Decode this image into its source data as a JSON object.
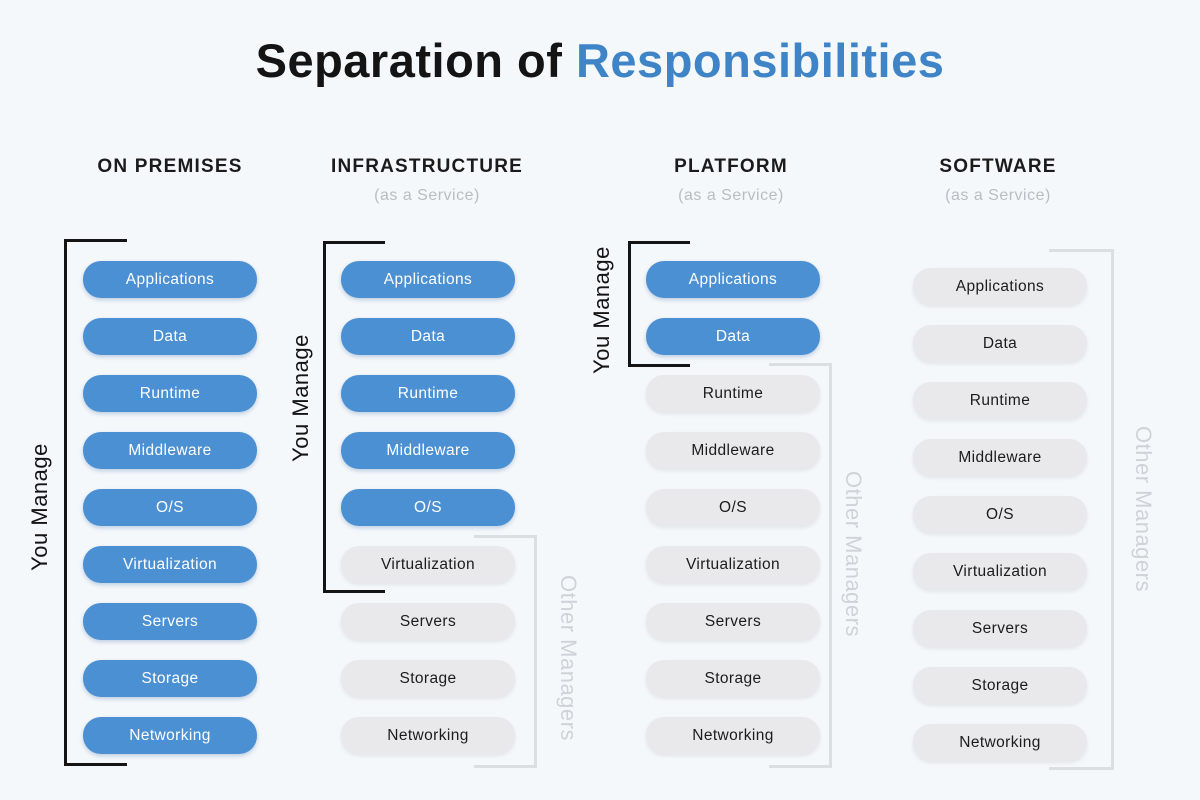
{
  "title": {
    "prefix": "Separation of ",
    "highlight": "Responsibilities"
  },
  "labels": {
    "you_manage": "You Manage",
    "other_managers": "Other Managers"
  },
  "columns": [
    {
      "id": "on-premises",
      "header": "ON PREMISES",
      "pills": [
        {
          "label": "Applications",
          "managed_by": "you"
        },
        {
          "label": "Data",
          "managed_by": "you"
        },
        {
          "label": "Runtime",
          "managed_by": "you"
        },
        {
          "label": "Middleware",
          "managed_by": "you"
        },
        {
          "label": "O/S",
          "managed_by": "you"
        },
        {
          "label": "Virtualization",
          "managed_by": "you"
        },
        {
          "label": "Servers",
          "managed_by": "you"
        },
        {
          "label": "Storage",
          "managed_by": "you"
        },
        {
          "label": "Networking",
          "managed_by": "you"
        }
      ]
    },
    {
      "id": "infrastructure-as-a-service",
      "header": "INFRASTRUCTURE",
      "subtitle": "(as a Service)",
      "pills": [
        {
          "label": "Applications",
          "managed_by": "you"
        },
        {
          "label": "Data",
          "managed_by": "you"
        },
        {
          "label": "Runtime",
          "managed_by": "you"
        },
        {
          "label": "Middleware",
          "managed_by": "you"
        },
        {
          "label": "O/S",
          "managed_by": "you"
        },
        {
          "label": "Virtualization",
          "managed_by": "others"
        },
        {
          "label": "Servers",
          "managed_by": "others"
        },
        {
          "label": "Storage",
          "managed_by": "others"
        },
        {
          "label": "Networking",
          "managed_by": "others"
        }
      ]
    },
    {
      "id": "platform-as-a-service",
      "header": "PLATFORM",
      "subtitle": "(as a Service)",
      "pills": [
        {
          "label": "Applications",
          "managed_by": "you"
        },
        {
          "label": "Data",
          "managed_by": "you"
        },
        {
          "label": "Runtime",
          "managed_by": "others"
        },
        {
          "label": "Middleware",
          "managed_by": "others"
        },
        {
          "label": "O/S",
          "managed_by": "others"
        },
        {
          "label": "Virtualization",
          "managed_by": "others"
        },
        {
          "label": "Servers",
          "managed_by": "others"
        },
        {
          "label": "Storage",
          "managed_by": "others"
        },
        {
          "label": "Networking",
          "managed_by": "others"
        }
      ]
    },
    {
      "id": "software-as-a-service",
      "header": "SOFTWARE",
      "subtitle": "(as a Service)",
      "pills": [
        {
          "label": "Applications",
          "managed_by": "others"
        },
        {
          "label": "Data",
          "managed_by": "others"
        },
        {
          "label": "Runtime",
          "managed_by": "others"
        },
        {
          "label": "Middleware",
          "managed_by": "others"
        },
        {
          "label": "O/S",
          "managed_by": "others"
        },
        {
          "label": "Virtualization",
          "managed_by": "others"
        },
        {
          "label": "Servers",
          "managed_by": "others"
        },
        {
          "label": "Storage",
          "managed_by": "others"
        },
        {
          "label": "Networking",
          "managed_by": "others"
        }
      ]
    }
  ],
  "colors": {
    "background": "#F5F8FB",
    "title_accent": "#3E84C6",
    "you_manage_pill": "#4B90D3",
    "other_managers_pill": "#E9E8EA",
    "black_bracket": "#141414",
    "gray_bracket": "#DCDFE2",
    "subtitle_text": "#B9BDC2",
    "other_managers_text": "#CFD3D9"
  }
}
